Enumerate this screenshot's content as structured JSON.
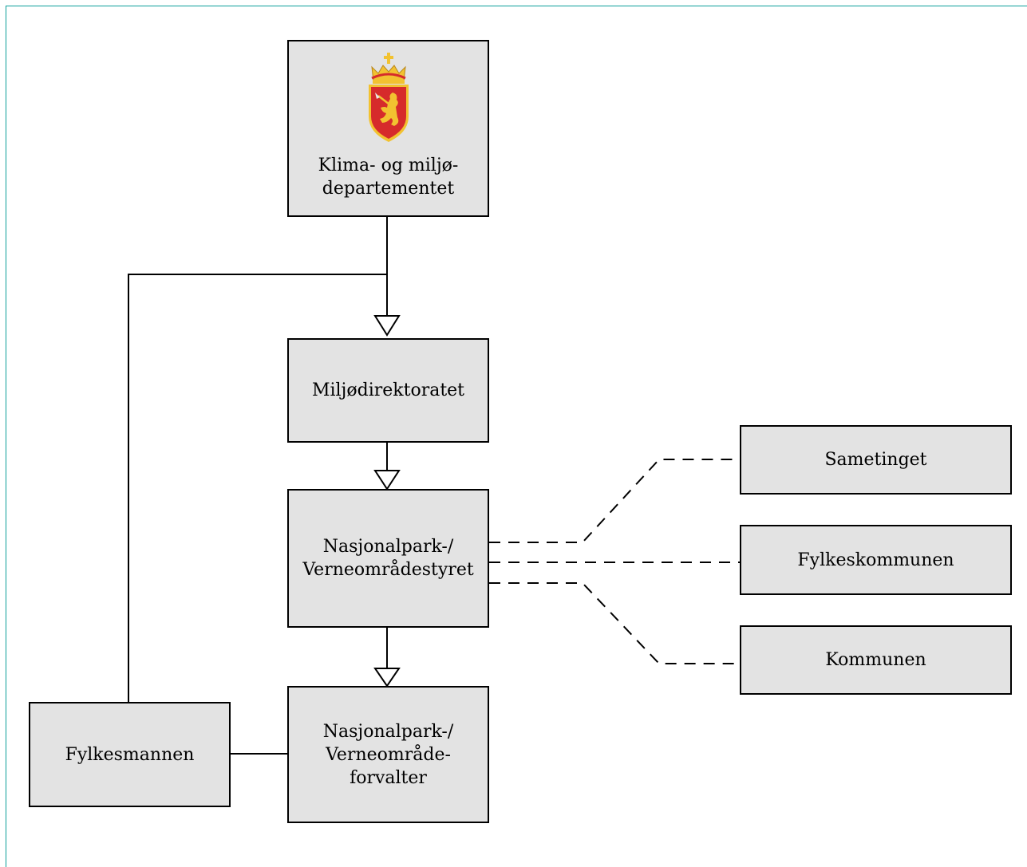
{
  "nodes": {
    "kld": "Klima- og miljø-\ndepartementet",
    "miljodir": "Miljødirektoratet",
    "styret": "Nasjonalpark-/\nVerneområdestyret",
    "forvalter": "Nasjonalpark-/\nVerneområde-\nforvalter",
    "fylkesmannen": "Fylkesmannen",
    "sametinget": "Sametinget",
    "fylkeskommunen": "Fylkeskommunen",
    "kommunen": "Kommunen"
  },
  "icons": {
    "crest": "norwegian-coat-of-arms-icon"
  },
  "colors": {
    "box_fill": "#e3e3e3",
    "crest_red": "#d62b2b",
    "crest_gold": "#f2c230",
    "frame": "#0c9e9a"
  }
}
